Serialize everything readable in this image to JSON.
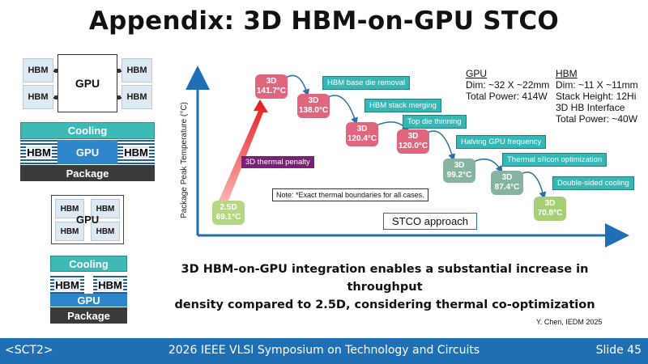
{
  "title": "Appendix: 3D HBM-on-GPU STCO",
  "left": {
    "hbm": "HBM",
    "gpu": "GPU",
    "cooling": "Cooling",
    "package": "Package"
  },
  "chart": {
    "ylabel": "Package Peak Temperature (°C)",
    "note": "Note: *Exact thermal boundaries for all cases.",
    "xaxis_box": "STCO approach",
    "penalty": "3D thermal penalty",
    "nodes": [
      {
        "name": "2.5D",
        "temp": "69.1°C"
      },
      {
        "name": "3D",
        "temp": "141.7°C"
      },
      {
        "name": "3D",
        "temp": "138.0°C"
      },
      {
        "name": "3D",
        "temp": "120.4°C"
      },
      {
        "name": "3D",
        "temp": "120.0°C"
      },
      {
        "name": "3D",
        "temp": "99.2°C"
      },
      {
        "name": "3D",
        "temp": "87.4°C"
      },
      {
        "name": "3D",
        "temp": "70.8°C"
      }
    ],
    "steps": [
      "HBM base die removal",
      "HBM stack merging",
      "Top die thinning",
      "Halving GPU frequency",
      "Thermal silicon optimization",
      "Double-sided cooling"
    ]
  },
  "chart_data": {
    "type": "line",
    "ylabel": "Package Peak Temperature (°C)",
    "categories": [
      "2.5D",
      "3D",
      "HBM base die removal",
      "HBM stack merging",
      "Top die thinning",
      "Halving GPU frequency",
      "Thermal silicon optimization",
      "Double-sided cooling"
    ],
    "values": [
      69.1,
      141.7,
      138.0,
      120.4,
      120.0,
      99.2,
      87.4,
      70.8
    ],
    "unit": "°C"
  },
  "specs": {
    "gpu": {
      "heading": "GPU",
      "lines": [
        "Dim: ~32 X ~22mm",
        "Total Power: 414W"
      ]
    },
    "hbm": {
      "heading": "HBM",
      "lines": [
        "Dim: ~11 X ~11mm",
        "Stack Height: 12Hi",
        "3D HB Interface",
        "Total Power: ~40W"
      ]
    }
  },
  "summary": {
    "line1": "3D HBM-on-GPU integration enables a substantial increase in throughput",
    "line2": "density compared to 2.5D, considering thermal co-optimization"
  },
  "citation": "Y. Chen, IEDM 2025",
  "footer": {
    "left": "<SCT2>",
    "center": "2026 IEEE VLSI Symposium on Technology and Circuits",
    "right": "Slide 45"
  },
  "colors": {
    "accent_blue": "#1f6fb5",
    "teal": "#35b8b5",
    "pink": "#e0667e",
    "red_arrow": "#e01b1b",
    "purple": "#7b2077"
  }
}
